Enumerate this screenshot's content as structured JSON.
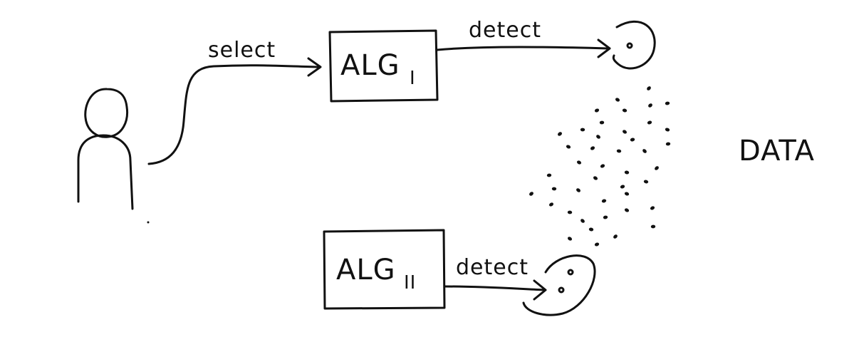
{
  "diagram": {
    "select_label": "select",
    "alg1": {
      "main": "ALG",
      "subscript": "I"
    },
    "alg2": {
      "main": "ALG",
      "subscript": "II"
    },
    "detect_top": "detect",
    "detect_bottom": "detect",
    "data_label": "DATA"
  }
}
